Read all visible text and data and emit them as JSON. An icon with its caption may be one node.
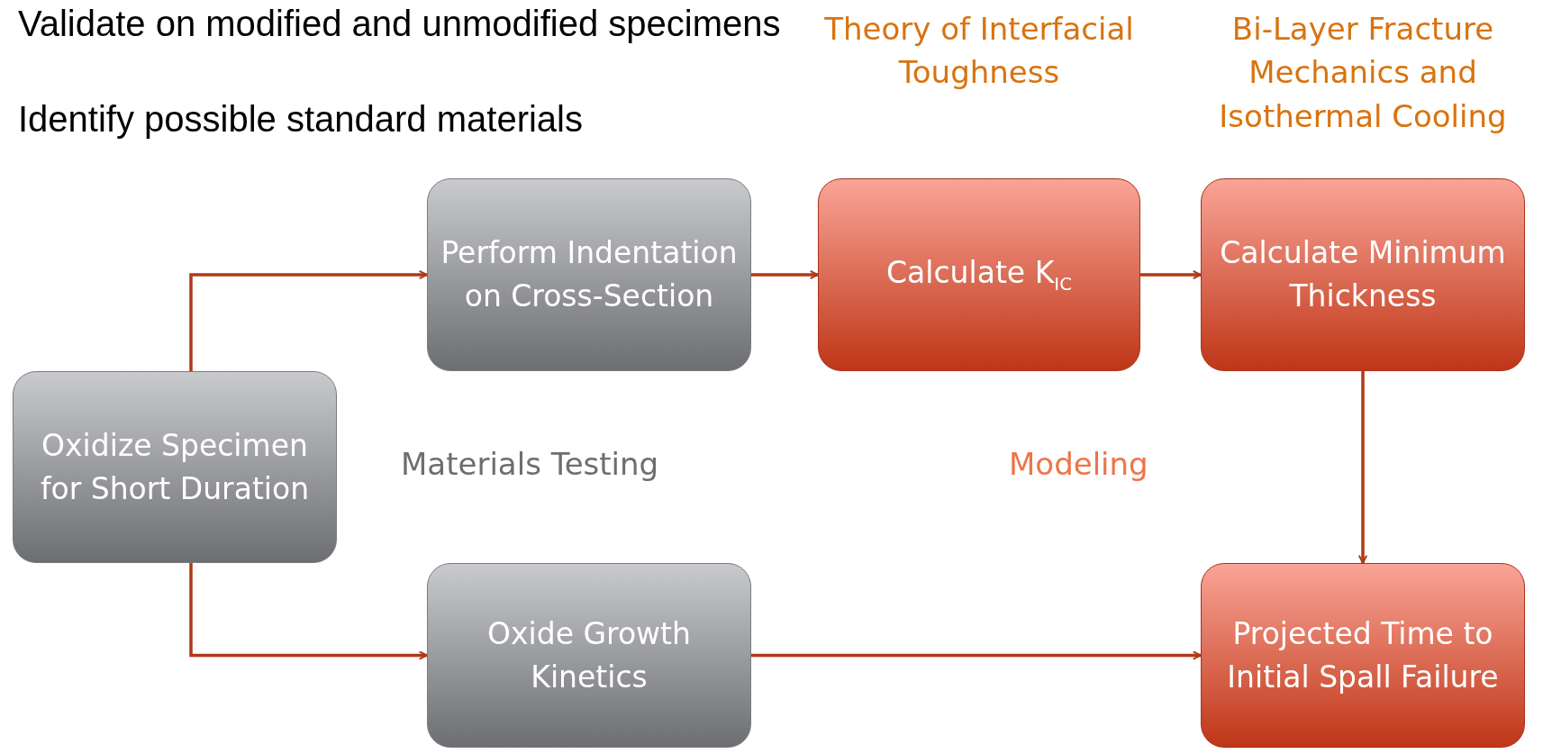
{
  "diagram": {
    "nodes": [
      {
        "text": [
          "Oxidize Specimen for Short Duration"
        ]
      },
      {
        "text": [
          "Perform Indentation on Cross-Section"
        ]
      },
      {
        "text": [
          "Calculate K$_{IC}$"
        ],
        "beside": [
          "Theory of Interfacial Toughness"
        ]
      },
      {
        "text": [
          "Calculate Minimum Thickness"
        ],
        "beside": [
          "Bi-Layer Fracture Mechanics and Isothermal Cooling"
        ]
      },
      {
        "text": [
          "Oxide Growth Kinetics"
        ]
      },
      {
        "text": [
          "Projected Time to Initial Spall Failure"
        ]
      }
    ],
    "edges": [
      {
        "from": 0,
        "to": 1,
        "arrow": "to"
      },
      {
        "from": 1,
        "to": 2,
        "arrow": "to"
      },
      {
        "from": 2,
        "to": 3,
        "arrow": "to"
      },
      {
        "from": 3,
        "to": 5,
        "arrow": "to"
      },
      {
        "from": 0,
        "to": 4,
        "arrow": "to"
      },
      {
        "from": 4,
        "to": 5,
        "arrow": "to"
      }
    ],
    "labels": [
      "Validate on modified and unmodified specimens",
      "Identify possible standard materials",
      "Materials Testing",
      "Modeling"
    ]
  }
}
